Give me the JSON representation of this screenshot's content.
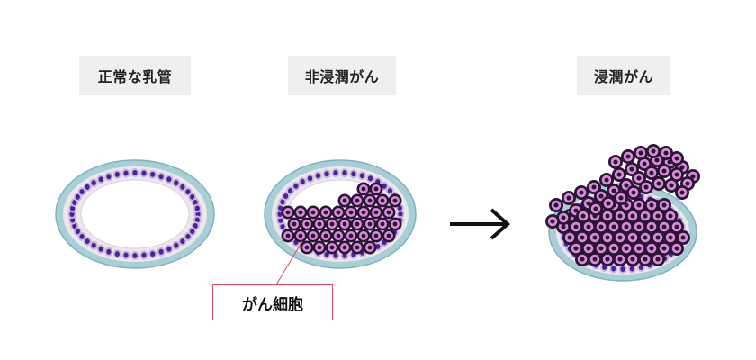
{
  "labels": {
    "normal": "正常な乳管",
    "non_invasive": "非浸潤がん",
    "invasive": "浸潤がん"
  },
  "callout": {
    "text": "がん細胞"
  },
  "colors": {
    "duct_outer": "#a9cfd6",
    "duct_fill": "#ebe8ec",
    "nucleus": "#4a1fa0",
    "cell_membrane": "#c9b6d8",
    "cancer_cell_dark": "#2a1535",
    "cancer_cell_pink": "#d98cd8",
    "callout_border": "#e0495a",
    "arrow": "#111111"
  }
}
